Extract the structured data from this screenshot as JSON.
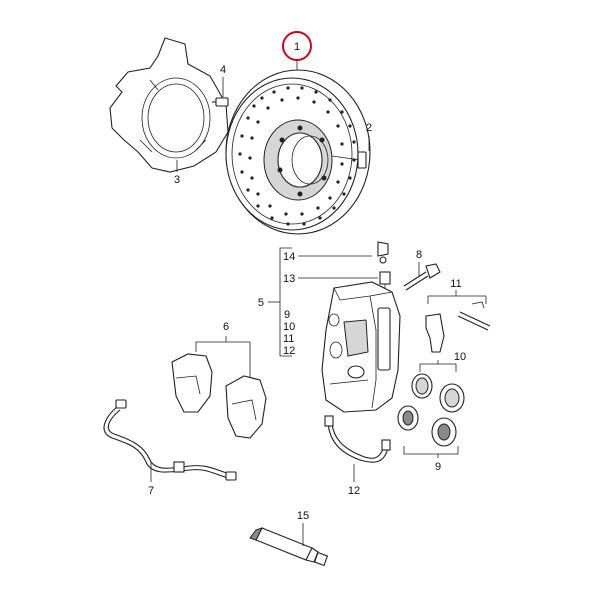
{
  "callouts": {
    "c1": "1",
    "c2": "2",
    "c3": "3",
    "c4": "4",
    "c5": "5",
    "c6": "6",
    "c7": "7",
    "c8": "8",
    "c9": "9",
    "c10": "10",
    "c11": "11",
    "c12": "12",
    "c13": "13",
    "c14": "14",
    "c15": "15",
    "g9": "9",
    "g10": "10",
    "g11": "11",
    "g12": "12"
  },
  "colors": {
    "highlight": "#d0021b",
    "stroke": "#222222"
  }
}
